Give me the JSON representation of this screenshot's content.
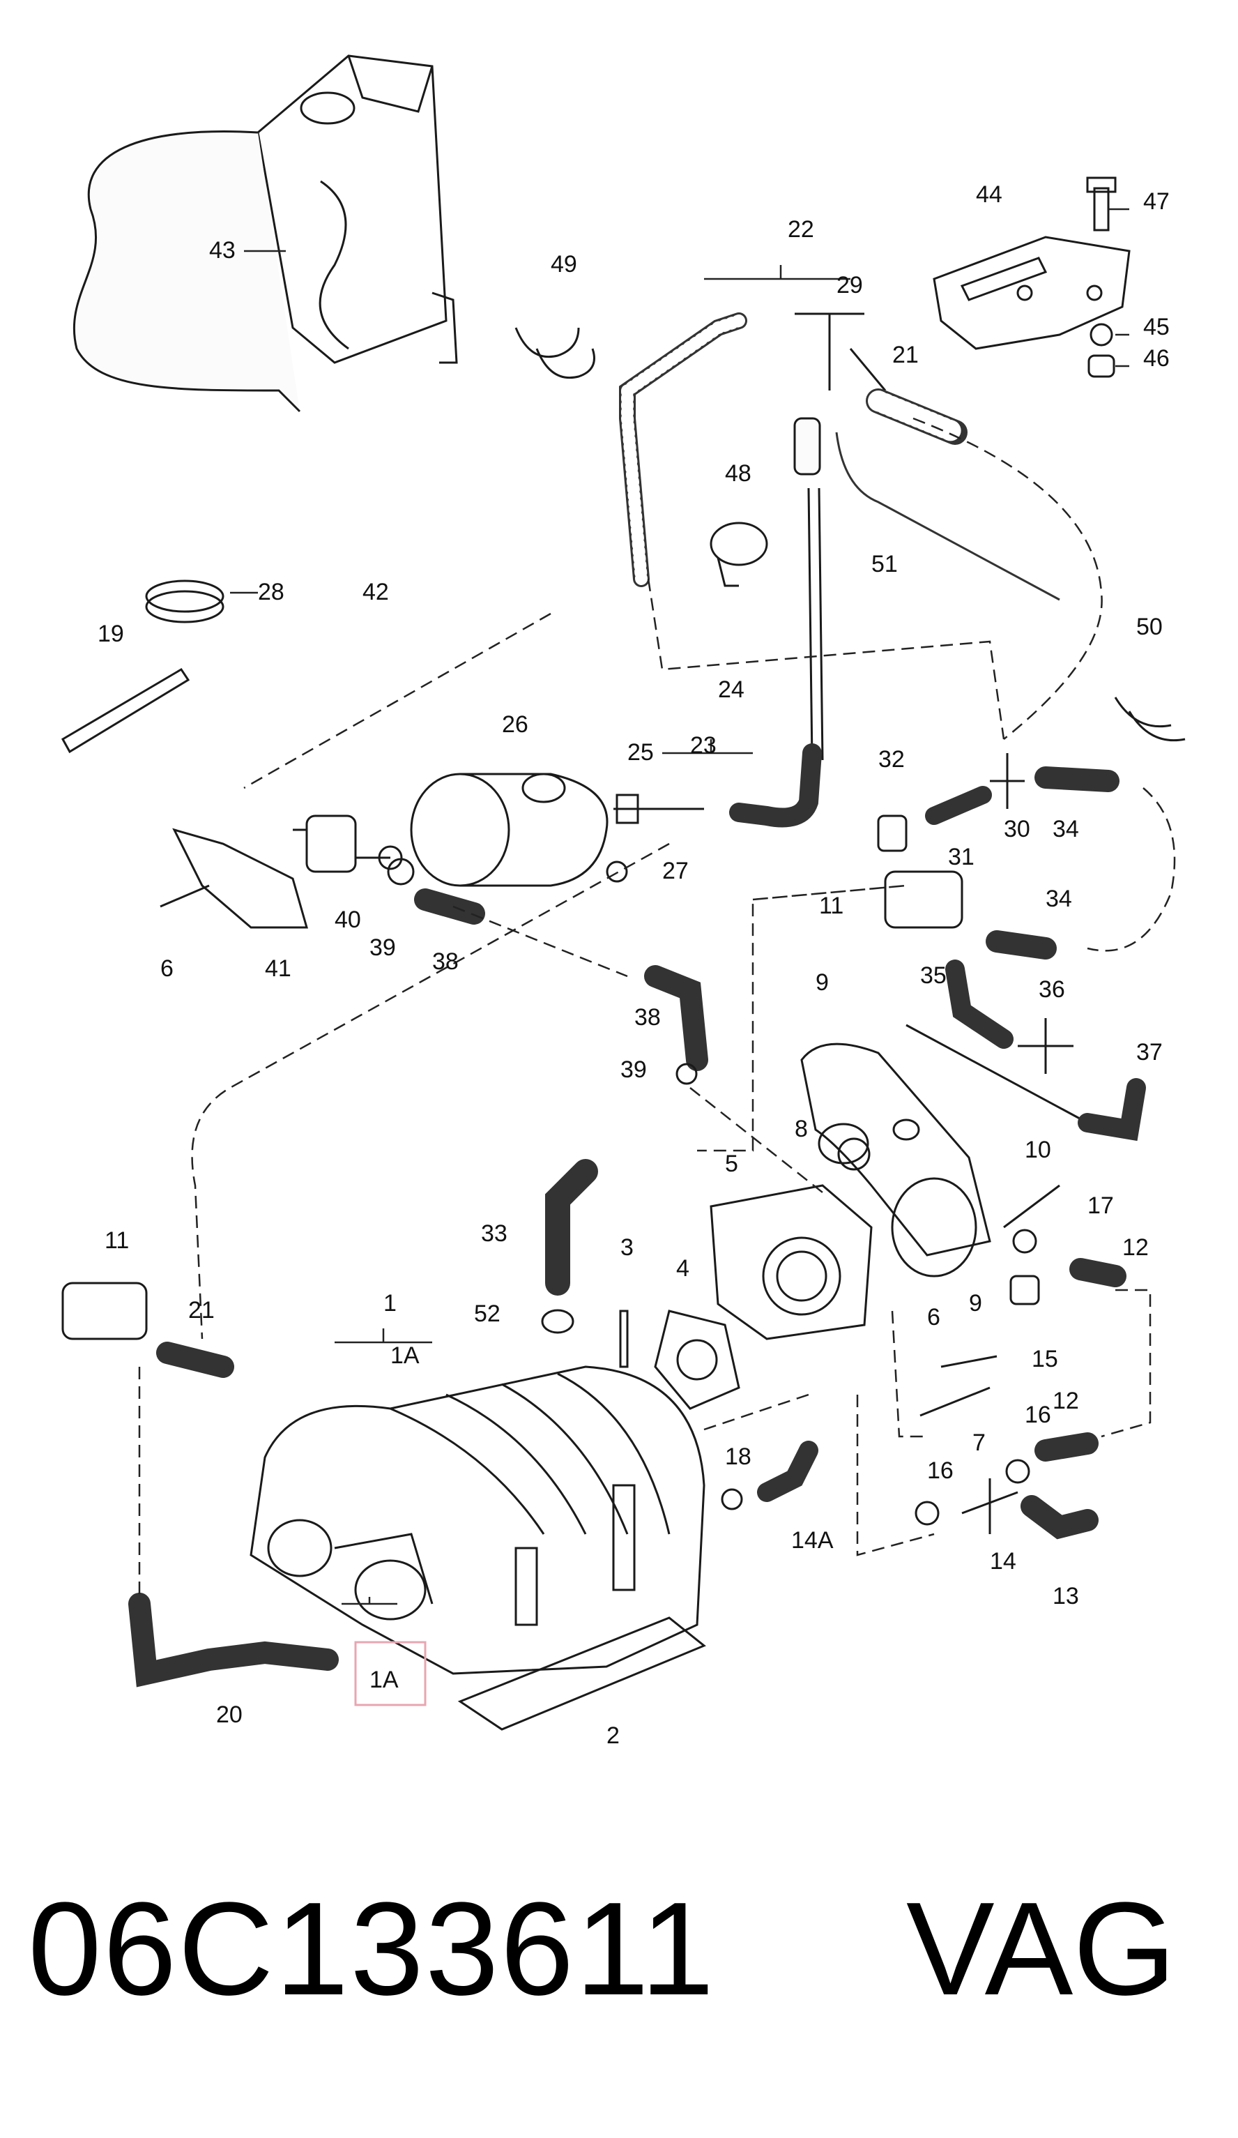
{
  "diagram": {
    "labels": [
      "1",
      "1A",
      "2",
      "3",
      "4",
      "5",
      "6",
      "7",
      "8",
      "9",
      "10",
      "11",
      "12",
      "13",
      "14",
      "14A",
      "15",
      "16",
      "17",
      "18",
      "19",
      "20",
      "21",
      "22",
      "23",
      "24",
      "25",
      "26",
      "27",
      "28",
      "29",
      "30",
      "31",
      "32",
      "33",
      "34",
      "35",
      "36",
      "37",
      "38",
      "39",
      "40",
      "41",
      "42",
      "43",
      "44",
      "45",
      "46",
      "47",
      "48",
      "49",
      "50",
      "51",
      "52"
    ],
    "highlighted_label": "1A",
    "highlight_color": "#e8a6b0"
  },
  "footer": {
    "part_number": "06C133611",
    "brand": "VAG"
  }
}
